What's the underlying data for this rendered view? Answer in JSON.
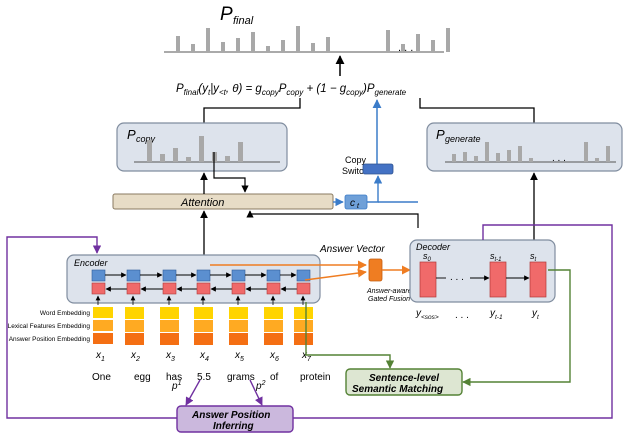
{
  "labels": {
    "p_final": "P",
    "p_final_sub": "final",
    "p_copy": "P",
    "p_copy_sub": "copy",
    "p_generate": "P",
    "p_generate_sub": "generate",
    "copy_switch_line1": "Copy",
    "copy_switch_line2": "Switch",
    "attention": "Attention",
    "context_vector": "c",
    "context_vector_sub": "t",
    "answer_vector": "Answer Vector",
    "gated_fusion_line1": "Answer-aware",
    "gated_fusion_line2": "Gated Fusion",
    "encoder": "Encoder",
    "decoder": "Decoder",
    "sentence_matching_line1": "Sentence-level",
    "sentence_matching_line2": "Semantic Matching",
    "answer_position_line1": "Answer Position",
    "answer_position_line2": "Inferring",
    "p1": "p",
    "p1_sup": "1",
    "p2": "p",
    "p2_sup": "2",
    "ellipsis": ". . ."
  },
  "formula": {
    "lhs": "P",
    "lhs_sub": "final",
    "args": "(y",
    "args_sub": "t",
    "given": "|y",
    "given_sub": "<t",
    "theta": ", θ) = g",
    "g_sub": "copy",
    "p_copy": "P",
    "p_copy_sub": "copy",
    "plus": " + (1 − g",
    "g2_sub": "copy",
    "close": ")P",
    "p_gen_sub": "generate"
  },
  "embedding_legend": [
    "Word Embedding",
    "Lexical Features Embedding",
    "Answer Position Embedding"
  ],
  "tokens": [
    "One",
    "egg",
    "has",
    "5.5",
    "grams",
    "of",
    "protein"
  ],
  "token_indices": [
    {
      "x": "x",
      "sub": "1"
    },
    {
      "x": "x",
      "sub": "2"
    },
    {
      "x": "x",
      "sub": "3"
    },
    {
      "x": "x",
      "sub": "4"
    },
    {
      "x": "x",
      "sub": "5"
    },
    {
      "x": "x",
      "sub": "6"
    },
    {
      "x": "x",
      "sub": "7"
    }
  ],
  "decoder_states": [
    {
      "s": "s",
      "sub": "0"
    },
    {
      "s": "s",
      "sub": "t-1"
    },
    {
      "s": "s",
      "sub": "t"
    }
  ],
  "decoder_inputs": [
    {
      "y": "y",
      "sub": "<sos>"
    },
    {
      "y": "y",
      "sub": "t-1"
    },
    {
      "y": "y",
      "sub": "t"
    }
  ],
  "colors": {
    "box_fill": "#dde3ec",
    "box_stroke": "#808d9f",
    "attention_fill": "#e7dcc6",
    "attention_stroke": "#8a7a60",
    "bar": "#a8a8a8",
    "blue_cell": "#5b8fd0",
    "red_cell": "#f06a6a",
    "orange": "#ef7d22",
    "blue_line": "#3b7cc9",
    "purple": "#7030a0",
    "green": "#548235",
    "green_fill": "#dde6d2",
    "answer_pos_fill": "#cbb8dd",
    "switch_fill": "#4472c4",
    "emb_word": "#ffd400",
    "emb_lex": "#ffaa22",
    "emb_pos": "#f46f13"
  }
}
